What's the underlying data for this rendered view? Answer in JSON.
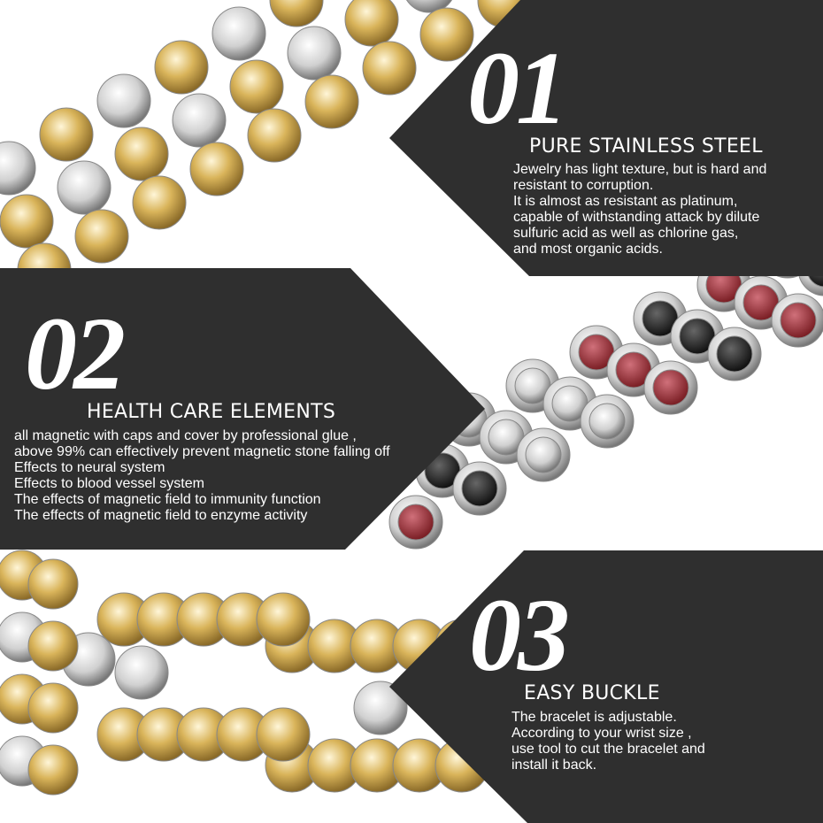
{
  "colors": {
    "panel": "#2f2f2f",
    "gold": "#d9b45a",
    "silver": "#d8d8d8",
    "red": "#a23238",
    "black": "#1e1e1e"
  },
  "sections": [
    {
      "number": "01",
      "title": "PURE STAINLESS STEEL",
      "lines": [
        "Jewelry has light texture, but is hard and",
        "resistant to corruption.",
        "It is almost as resistant as platinum,",
        "capable of withstanding attack by dilute",
        "sulfuric acid as well as chlorine gas,",
        "and most organic acids."
      ]
    },
    {
      "number": "02",
      "title": "HEALTH CARE ELEMENTS",
      "lines": [
        "all magnetic with caps and cover by professional glue ,",
        "above 99% can effectively prevent magnetic stone falling off",
        "Effects to neural system",
        "Effects to blood vessel system",
        "The effects of magnetic field to immunity function",
        "The effects of magnetic field to enzyme activity"
      ]
    },
    {
      "number": "03",
      "title": "EASY BUCKLE",
      "lines": [
        "The bracelet is adjustable.",
        "According to your wrist size ,",
        "use tool to cut the bracelet and",
        " install it back."
      ]
    }
  ]
}
